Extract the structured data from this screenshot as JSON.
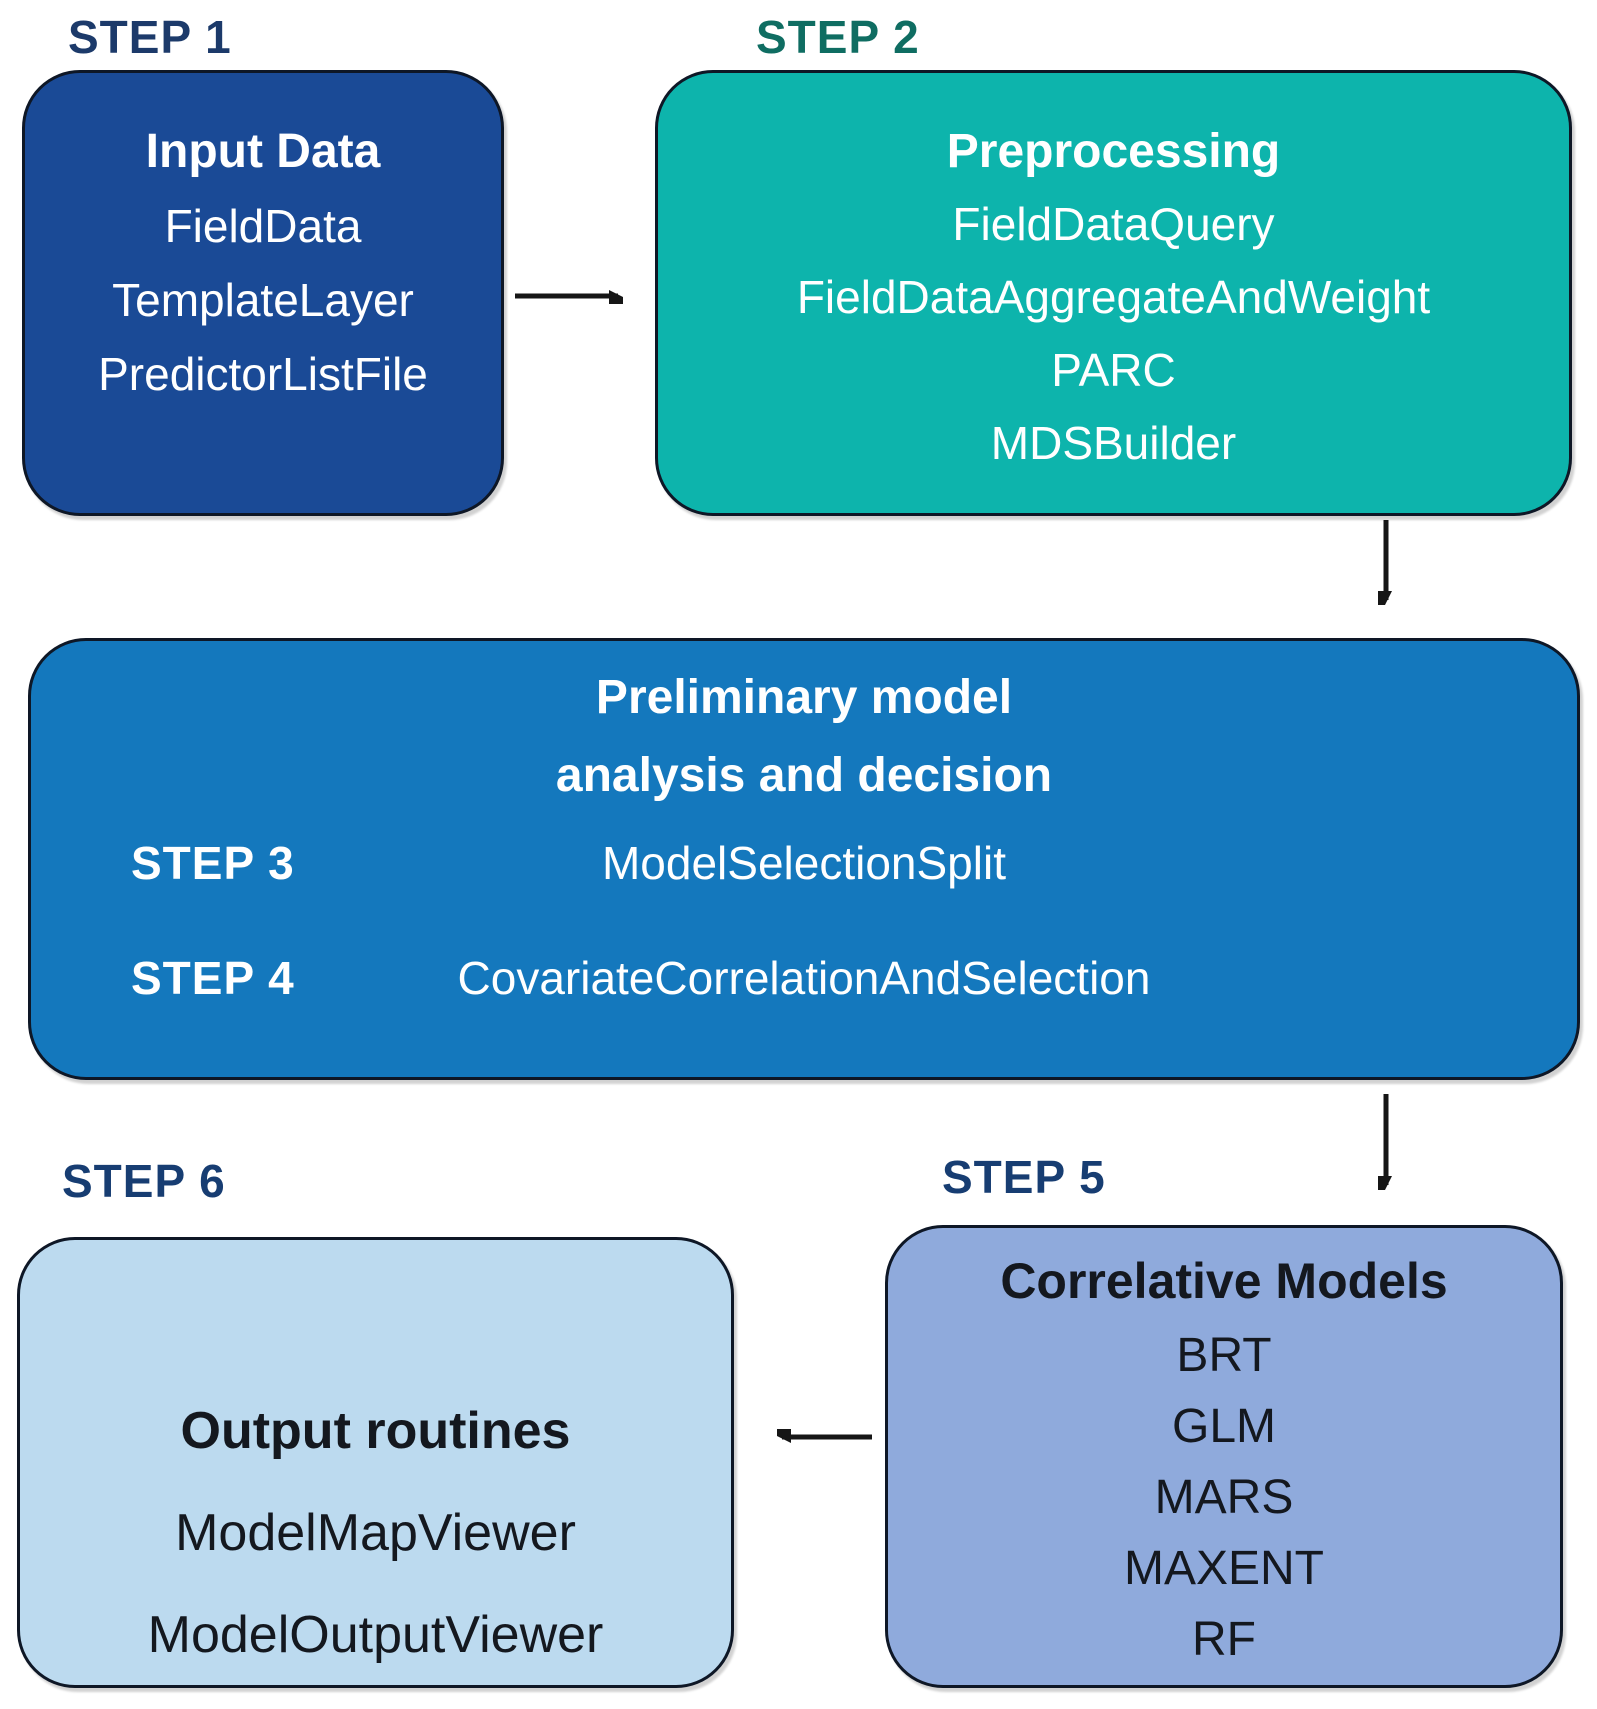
{
  "diagram": {
    "step1": {
      "label": "STEP 1",
      "title": "Input Data",
      "items": [
        "FieldData",
        "TemplateLayer",
        "PredictorListFile"
      ]
    },
    "step2": {
      "label": "STEP 2",
      "title": "Preprocessing",
      "items": [
        "FieldDataQuery",
        "FieldDataAggregateAndWeight",
        "PARC",
        "MDSBuilder"
      ]
    },
    "step34": {
      "title_line1": "Preliminary model",
      "title_line2": "analysis and decision",
      "rows": [
        {
          "label": "STEP 3",
          "value": "ModelSelectionSplit"
        },
        {
          "label": "STEP 4",
          "value": "CovariateCorrelationAndSelection"
        }
      ]
    },
    "step5": {
      "label": "STEP 5",
      "title": "Correlative Models",
      "items": [
        "BRT",
        "GLM",
        "MARS",
        "MAXENT",
        "RF"
      ]
    },
    "step6": {
      "label": "STEP 6",
      "title": "Output routines",
      "items": [
        "ModelMapViewer",
        "ModelOutputViewer"
      ]
    }
  },
  "colors": {
    "background": "#ffffff",
    "border": "#0e1726",
    "arrow": "#161616",
    "step1_fill": "#1a4a96",
    "step2_fill": "#0db4ac",
    "step34_fill": "#1478bd",
    "step5_fill": "#8faadc",
    "step6_fill": "#bcdaef",
    "step1_label": "#1c3a6a",
    "step2_label": "#0f6d62",
    "step56_label": "#173d72",
    "box_text_light": "#ffffff",
    "box_text_dark": "#14181f"
  }
}
